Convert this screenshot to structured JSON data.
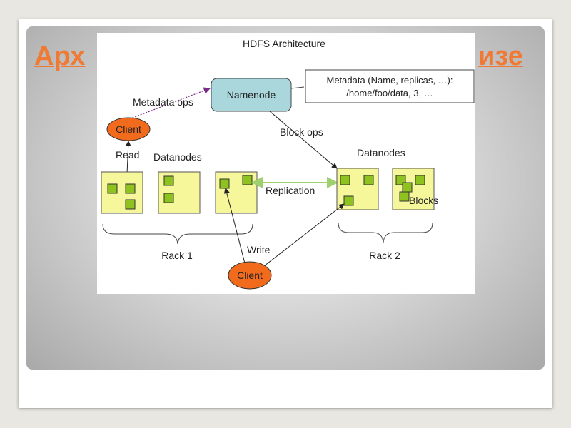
{
  "slide": {
    "title_left": "Арх",
    "title_right": "изе"
  },
  "diagram": {
    "title": "HDFS Architecture",
    "namenode_label": "Namenode",
    "metadata_line1": "Metadata (Name, replicas, …):",
    "metadata_line2": "/home/foo/data, 3, …",
    "metadata_ops_label": "Metadata ops",
    "block_ops_label": "Block ops",
    "client_top_label": "Client",
    "client_bottom_label": "Client",
    "read_label": "Read",
    "write_label": "Write",
    "datanodes_left_label": "Datanodes",
    "datanodes_right_label": "Datanodes",
    "replication_label": "Replication",
    "blocks_label": "Blocks",
    "rack1_label": "Rack 1",
    "rack2_label": "Rack 2",
    "colors": {
      "namenode_fill": "#a9d7dc",
      "client_fill": "#f26b1d",
      "datanode_fill": "#f6f69a",
      "block_fill": "#8dc21f",
      "replication_line": "#c4eaa0"
    }
  }
}
